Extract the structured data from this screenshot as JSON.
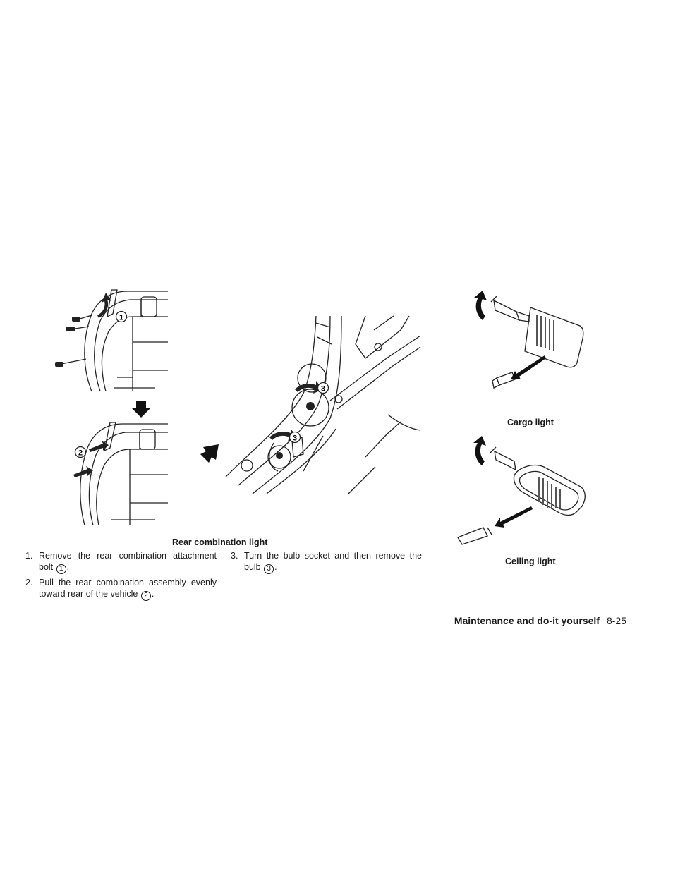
{
  "figures": {
    "rear_combination": {
      "caption": "Rear combination light",
      "callouts": [
        "1",
        "2",
        "3",
        "3"
      ]
    },
    "cargo": {
      "caption": "Cargo light"
    },
    "ceiling": {
      "caption": "Ceiling light"
    }
  },
  "steps": [
    {
      "num": "1.",
      "text": "Remove the rear combination attachment bolt",
      "ref": "1",
      "after": "."
    },
    {
      "num": "2.",
      "text": "Pull the rear combination assembly evenly toward rear of the vehicle",
      "ref": "2",
      "after": "."
    },
    {
      "num": "3.",
      "text": "Turn the bulb socket and then remove the bulb",
      "ref": "3",
      "after": "."
    }
  ],
  "footer": {
    "section": "Maintenance and do-it yourself",
    "page": "8-25"
  }
}
